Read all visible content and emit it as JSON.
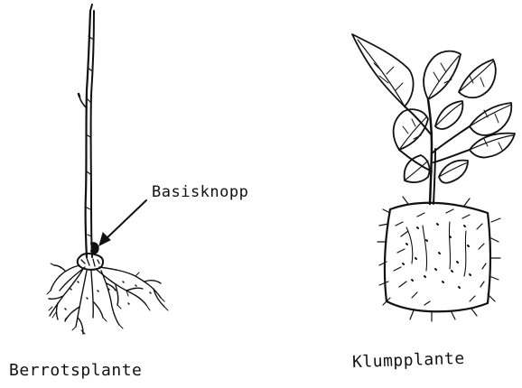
{
  "labels": {
    "basal_bud": "Basisknopp",
    "bare_root_plant": "Berrotsplante",
    "plug_plant": "Klumpplante"
  },
  "colors": {
    "ink": "#111111",
    "paper": "#ffffff"
  }
}
